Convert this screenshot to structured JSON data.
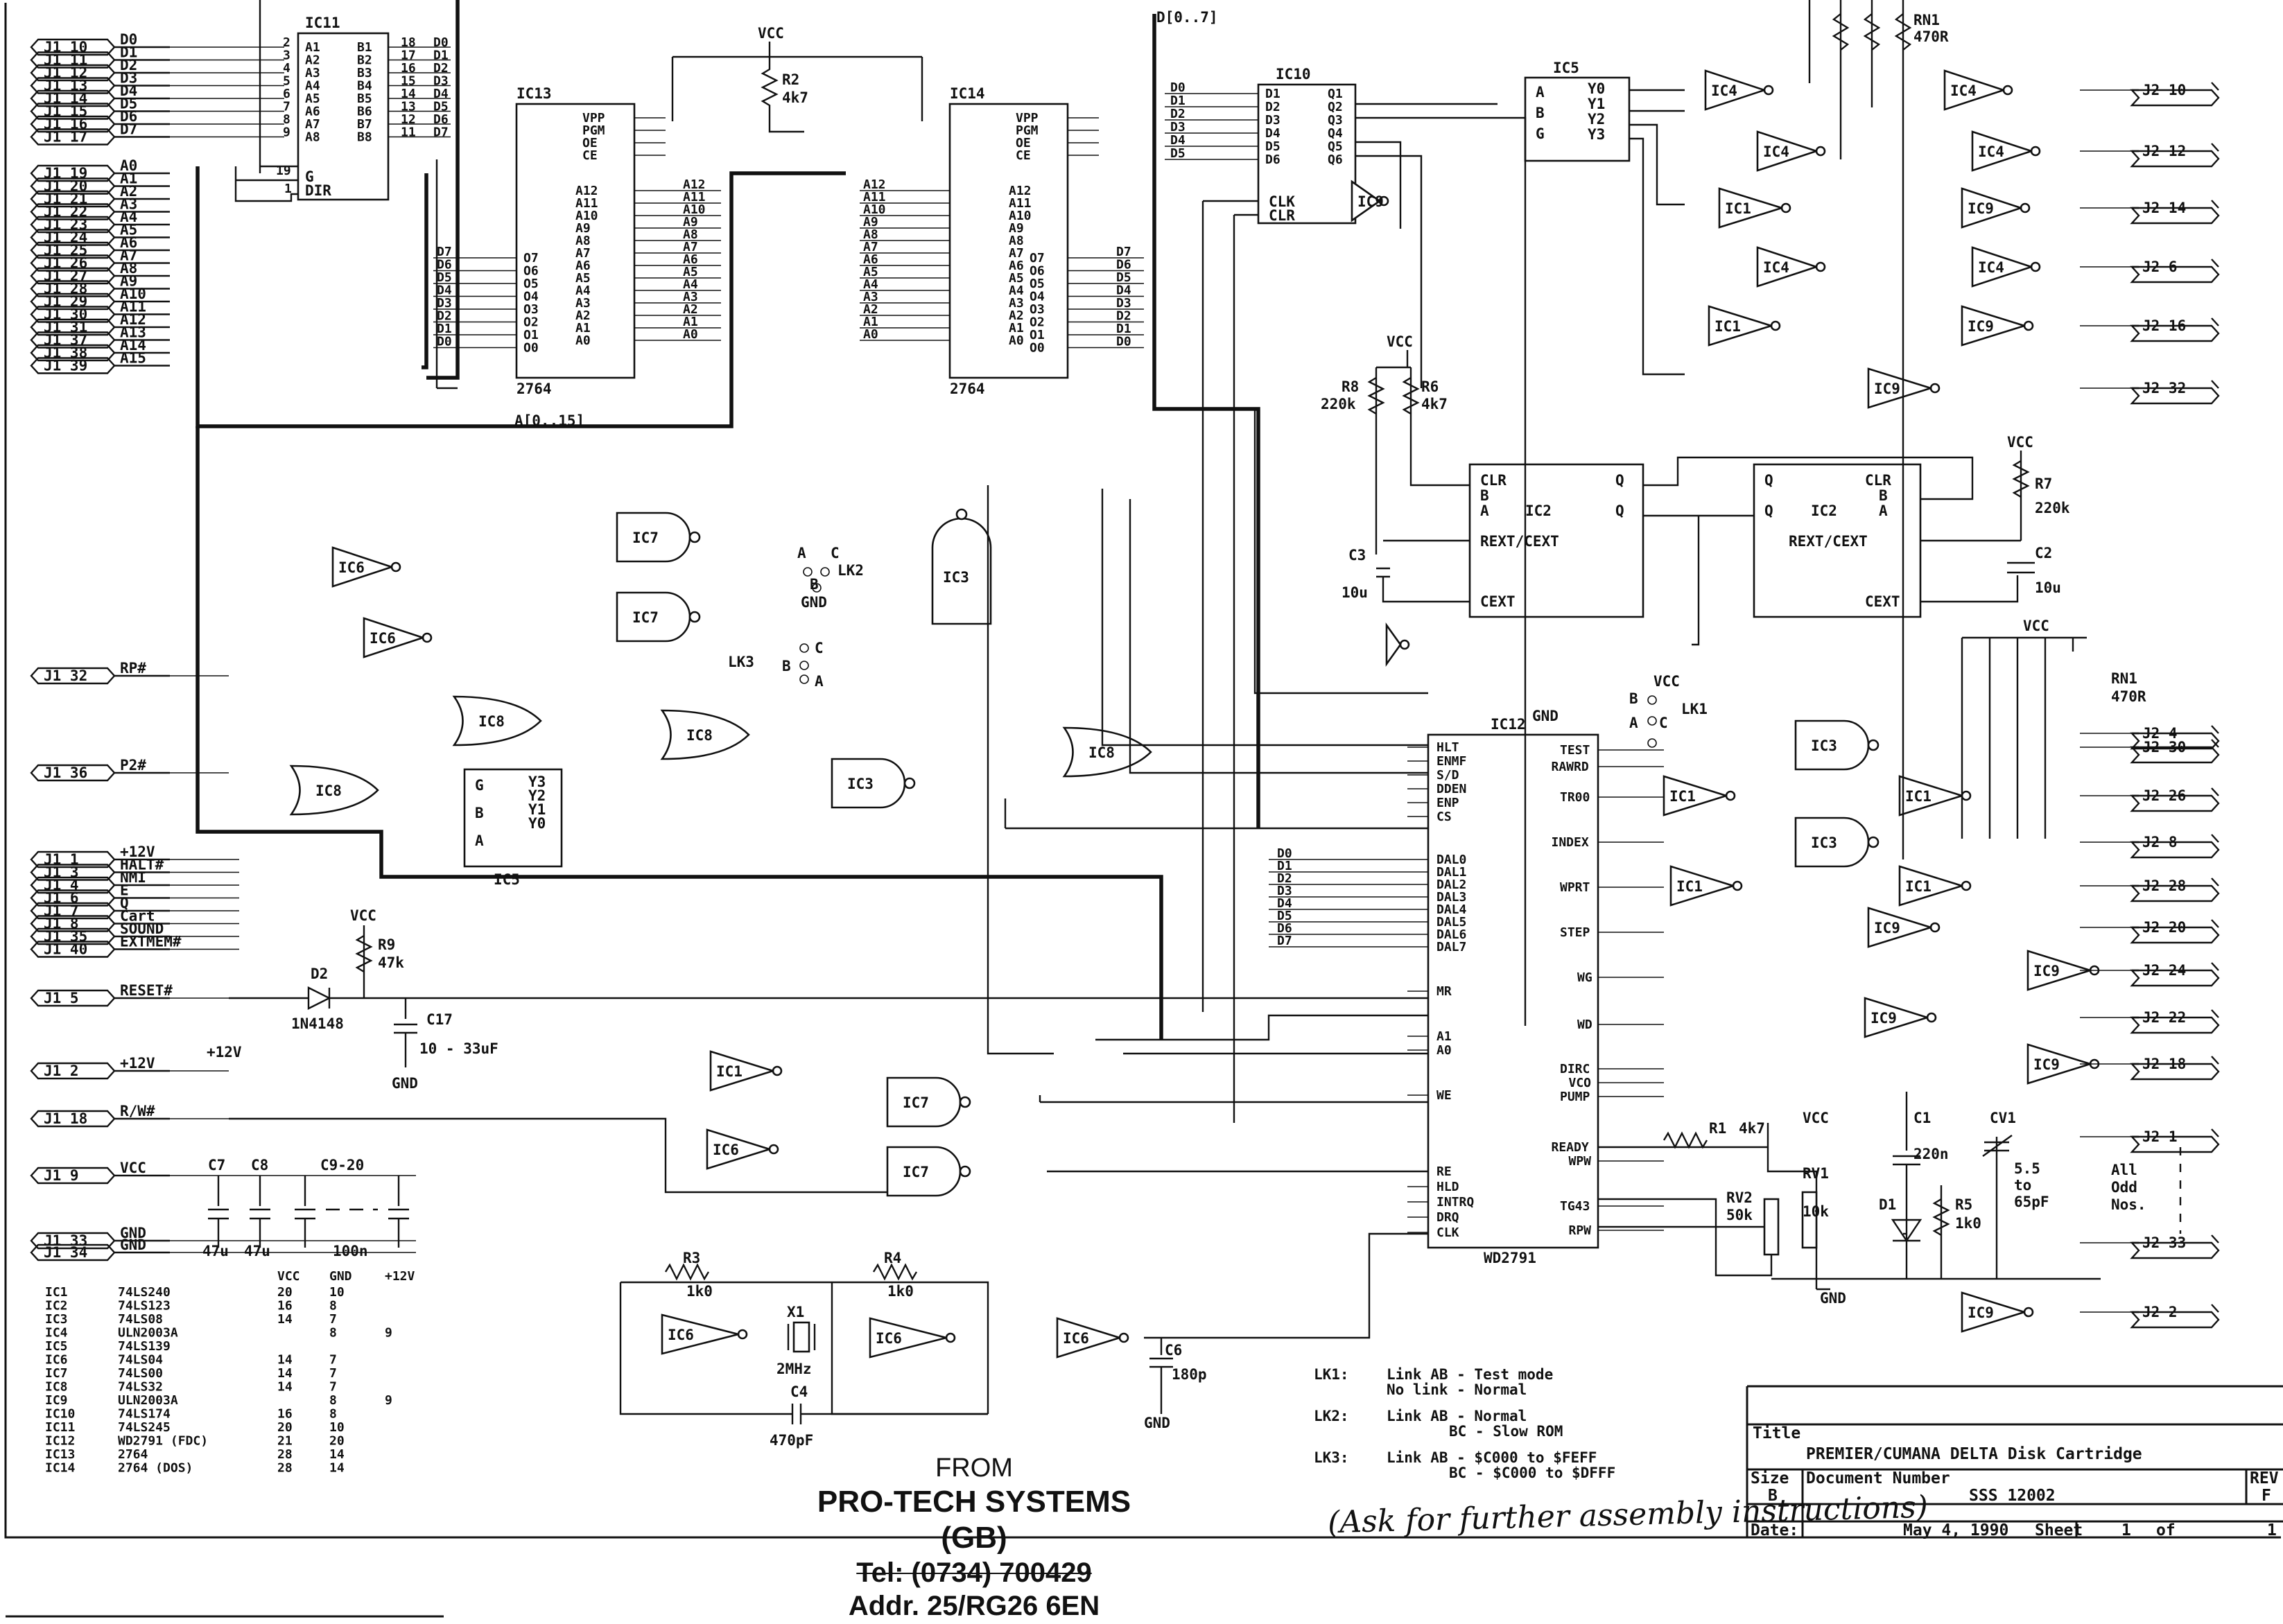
{
  "title_block": {
    "title_label": "Title",
    "title": "PREMIER/CUMANA DELTA Disk Cartridge",
    "size_label": "Size",
    "size": "B",
    "docnum_label": "Document Number",
    "docnum": "SSS 12002",
    "rev_label": "REV",
    "rev": "F",
    "date_label": "Date:",
    "date": "May  4, 1990",
    "sheet_label": "Sheet",
    "sheet": "1",
    "of_label": "of",
    "of_total": "1"
  },
  "source": {
    "from": "FROM",
    "company": "PRO-TECH SYSTEMS (GB)",
    "tel": "Tel: (0734) 700429",
    "address": "Addr. 25/RG26 6EN"
  },
  "handwritten_note": "(Ask for further assembly instructions)",
  "links_legend": [
    {
      "link": "LK1:",
      "lines": [
        "Link AB - Test mode",
        "No link - Normal"
      ]
    },
    {
      "link": "LK2:",
      "lines": [
        "Link AB - Normal",
        "BC - Slow ROM"
      ]
    },
    {
      "link": "LK3:",
      "lines": [
        "Link AB - $C000 to $FEFF",
        "BC - $C000 to $DFFF"
      ]
    }
  ],
  "parts_table": {
    "headers": [
      "",
      "",
      "VCC",
      "GND",
      "+12V"
    ],
    "rows": [
      [
        "IC1",
        "74LS240",
        "20",
        "10",
        ""
      ],
      [
        "IC2",
        "74LS123",
        "16",
        "8",
        ""
      ],
      [
        "IC3",
        "74LS08",
        "14",
        "7",
        ""
      ],
      [
        "IC4",
        "ULN2003A",
        "",
        "8",
        "9"
      ],
      [
        "IC5",
        "74LS139",
        "",
        "",
        ""
      ],
      [
        "IC6",
        "74LS04",
        "14",
        "7",
        ""
      ],
      [
        "IC7",
        "74LS00",
        "14",
        "7",
        ""
      ],
      [
        "IC8",
        "74LS32",
        "14",
        "7",
        ""
      ],
      [
        "IC9",
        "ULN2003A",
        "",
        "8",
        "9"
      ],
      [
        "IC10",
        "74LS174",
        "16",
        "8",
        ""
      ],
      [
        "IC11",
        "74LS245",
        "20",
        "10",
        ""
      ],
      [
        "IC12",
        "WD2791 (FDC)",
        "21",
        "20",
        ""
      ],
      [
        "IC13",
        "2764",
        "28",
        "14",
        ""
      ],
      [
        "IC14",
        "2764  (DOS)",
        "28",
        "14",
        ""
      ]
    ]
  },
  "j1_data": [
    {
      "pin": "J1 10",
      "sig": "D0"
    },
    {
      "pin": "J1 11",
      "sig": "D1"
    },
    {
      "pin": "J1 12",
      "sig": "D2"
    },
    {
      "pin": "J1 13",
      "sig": "D3"
    },
    {
      "pin": "J1 14",
      "sig": "D4"
    },
    {
      "pin": "J1 15",
      "sig": "D5"
    },
    {
      "pin": "J1 16",
      "sig": "D6"
    },
    {
      "pin": "J1 17",
      "sig": "D7"
    }
  ],
  "j1_addr": [
    {
      "pin": "J1 19",
      "sig": "A0"
    },
    {
      "pin": "J1 20",
      "sig": "A1"
    },
    {
      "pin": "J1 21",
      "sig": "A2"
    },
    {
      "pin": "J1 22",
      "sig": "A3"
    },
    {
      "pin": "J1 23",
      "sig": "A4"
    },
    {
      "pin": "J1 24",
      "sig": "A5"
    },
    {
      "pin": "J1 25",
      "sig": "A6"
    },
    {
      "pin": "J1 26",
      "sig": "A7"
    },
    {
      "pin": "J1 27",
      "sig": "A8"
    },
    {
      "pin": "J1 28",
      "sig": "A9"
    },
    {
      "pin": "J1 29",
      "sig": "A10"
    },
    {
      "pin": "J1 30",
      "sig": "A11"
    },
    {
      "pin": "J1 31",
      "sig": "A12"
    },
    {
      "pin": "J1 37",
      "sig": "A13"
    },
    {
      "pin": "J1 38",
      "sig": "A14"
    },
    {
      "pin": "J1 39",
      "sig": "A15"
    }
  ],
  "j1_misc": [
    {
      "pin": "J1 1",
      "sig": "+12V"
    },
    {
      "pin": "J1 3",
      "sig": "HALT#"
    },
    {
      "pin": "J1 4",
      "sig": "NMI"
    },
    {
      "pin": "J1 6",
      "sig": "E"
    },
    {
      "pin": "J1 7",
      "sig": "Q"
    },
    {
      "pin": "J1 8",
      "sig": "Cart"
    },
    {
      "pin": "J1 35",
      "sig": "SOUND"
    },
    {
      "pin": "J1 40",
      "sig": "EXTMEM#"
    }
  ],
  "j1_control": {
    "rp": {
      "pin": "J1 32",
      "sig": "RP#"
    },
    "p2": {
      "pin": "J1 36",
      "sig": "P2#"
    },
    "reset": {
      "pin": "J1 5",
      "sig": "RESET#"
    },
    "v12": {
      "pin": "J1 2",
      "sig": "+12V"
    },
    "rw": {
      "pin": "J1 18",
      "sig": "R/W#"
    },
    "vcc": {
      "pin": "J1 9",
      "sig": "VCC"
    },
    "gnd1": {
      "pin": "J1 33",
      "sig": "GND"
    },
    "gnd2": {
      "pin": "J1 34",
      "sig": "GND"
    }
  },
  "j2_outputs": [
    "J2 10",
    "J2 12",
    "J2 14",
    "J2 6",
    "J2 16",
    "J2 32",
    "J2 4",
    "J2 30",
    "J2 26",
    "J2 8",
    "J2 28",
    "J2 20",
    "J2 24",
    "J2 22",
    "J2 18",
    "J2 1",
    "J2 33",
    "J2 2"
  ],
  "chips": {
    "ic11": {
      "name": "IC11",
      "left": [
        "A1",
        "A2",
        "A3",
        "A4",
        "A5",
        "A6",
        "A7",
        "A8"
      ],
      "right": [
        "B1",
        "B2",
        "B3",
        "B4",
        "B5",
        "B6",
        "B7",
        "B8"
      ],
      "lpins": [
        "2",
        "3",
        "4",
        "5",
        "6",
        "7",
        "8",
        "9"
      ],
      "rpins": [
        "18",
        "17",
        "16",
        "15",
        "14",
        "13",
        "12",
        "11"
      ],
      "g": "G",
      "dir": "DIR",
      "gpin": "19",
      "dirpin": "1"
    },
    "ic13": {
      "name": "IC13",
      "part": "2764",
      "ctrl": [
        "VPP",
        "PGM",
        "OE",
        "CE"
      ],
      "addr": [
        "A12",
        "A11",
        "A10",
        "A9",
        "A8",
        "A7",
        "A6",
        "A5",
        "A4",
        "A3",
        "A2",
        "A1",
        "A0"
      ],
      "data": [
        "O7",
        "O6",
        "O5",
        "O4",
        "O3",
        "O2",
        "O1",
        "O0"
      ]
    },
    "ic14": {
      "name": "IC14",
      "part": "2764",
      "ctrl": [
        "VPP",
        "PGM",
        "OE",
        "CE"
      ],
      "addr": [
        "A12",
        "A11",
        "A10",
        "A9",
        "A8",
        "A7",
        "A6",
        "A5",
        "A4",
        "A3",
        "A2",
        "A1",
        "A0"
      ],
      "data": [
        "O7",
        "O6",
        "O5",
        "O4",
        "O3",
        "O2",
        "O1",
        "O0"
      ]
    },
    "ic10": {
      "name": "IC10",
      "left": [
        "D1",
        "D2",
        "D3",
        "D4",
        "D5",
        "D6"
      ],
      "right": [
        "Q1",
        "Q2",
        "Q3",
        "Q4",
        "Q5",
        "Q6"
      ],
      "clk": "CLK",
      "clr": "CLR"
    },
    "ic5a": {
      "name": "IC5",
      "left": [
        "A",
        "B",
        "G"
      ],
      "right": [
        "Y0",
        "Y1",
        "Y2",
        "Y3"
      ]
    },
    "ic5b": {
      "name": "IC5",
      "left": [
        "G",
        "B",
        "A"
      ],
      "right": [
        "Y3",
        "Y2",
        "Y1",
        "Y0"
      ]
    },
    "ic2a": {
      "name": "IC2",
      "pins": [
        "CLR",
        "B",
        "A",
        "REXT/CEXT",
        "CEXT",
        "Q",
        "Q"
      ]
    },
    "ic2b": {
      "name": "IC2",
      "pins": [
        "Q",
        "Q",
        "CLR",
        "B",
        "A",
        "REXT/CEXT",
        "CEXT"
      ]
    },
    "ic12": {
      "name": "IC12",
      "part": "WD2791",
      "left": [
        "HLT",
        "ENMF",
        "S/D",
        "DDEN",
        "ENP",
        "CS",
        "DAL0",
        "DAL1",
        "DAL2",
        "DAL3",
        "DAL4",
        "DAL5",
        "DAL6",
        "DAL7",
        "MR",
        "A1",
        "A0",
        "WE",
        "RE",
        "HLD",
        "INTRQ",
        "DRQ",
        "CLK"
      ],
      "right": [
        "TEST",
        "RAWRD",
        "TR00",
        "INDEX",
        "WPRT",
        "STEP",
        "WG",
        "WD",
        "DIRC",
        "VCO",
        "PUMP",
        "READY",
        "WPW",
        "TG43",
        "RPW"
      ]
    }
  },
  "gates": [
    "IC7",
    "IC7",
    "IC7",
    "IC7",
    "IC6",
    "IC6",
    "IC6",
    "IC6",
    "IC6",
    "IC6",
    "IC3",
    "IC3",
    "IC3",
    "IC3",
    "IC8",
    "IC8",
    "IC8",
    "IC8",
    "IC1",
    "IC1",
    "IC1",
    "IC1",
    "IC1",
    "IC1",
    "IC1",
    "IC4",
    "IC4",
    "IC4",
    "IC4",
    "IC4",
    "IC4",
    "IC9",
    "IC9",
    "IC9",
    "IC9",
    "IC9",
    "IC9",
    "IC9",
    "IC9",
    "IC9"
  ],
  "components": {
    "r2": [
      "R2",
      "4k7"
    ],
    "r3": [
      "R3",
      "1k0"
    ],
    "r4": [
      "R4",
      "1k0"
    ],
    "r5": [
      "R5",
      "1k0"
    ],
    "r6": [
      "R6",
      "4k7"
    ],
    "r7": [
      "R7",
      "220k"
    ],
    "r8": [
      "R8",
      "220k"
    ],
    "r9": [
      "R9",
      "47k"
    ],
    "r1": [
      "R1",
      "4k7"
    ],
    "rn1a": [
      "RN1",
      "470R"
    ],
    "rn1b": [
      "RN1",
      "470R"
    ],
    "rv1": [
      "RV1",
      "10k"
    ],
    "rv2": [
      "RV2",
      "50k"
    ],
    "c1": [
      "C1",
      "220n"
    ],
    "c2": [
      "C2",
      "10u"
    ],
    "c3": [
      "C3",
      "10u"
    ],
    "c4": [
      "C4",
      "470pF"
    ],
    "c6": [
      "C6",
      "180p"
    ],
    "c7": [
      "C7",
      "47u"
    ],
    "c8": [
      "C8",
      "47u"
    ],
    "c9": [
      "C9-20",
      "100n"
    ],
    "c17": [
      "C17",
      "10 - 33uF"
    ],
    "cv1": [
      "CV1",
      "5.5",
      "to",
      "65pF"
    ],
    "d1": [
      "D1"
    ],
    "d2": [
      "D2",
      "1N4148"
    ],
    "x1": [
      "X1",
      "2MHz"
    ],
    "lk1": "LK1",
    "lk2": "LK2",
    "lk3": "LK3",
    "all_odd": [
      "All",
      "Odd",
      "Nos."
    ]
  },
  "nets": {
    "vcc": "VCC",
    "gnd": "GND",
    "v12": "+12V",
    "dbus": "D[0..7]",
    "abus": "A[0..15]"
  }
}
